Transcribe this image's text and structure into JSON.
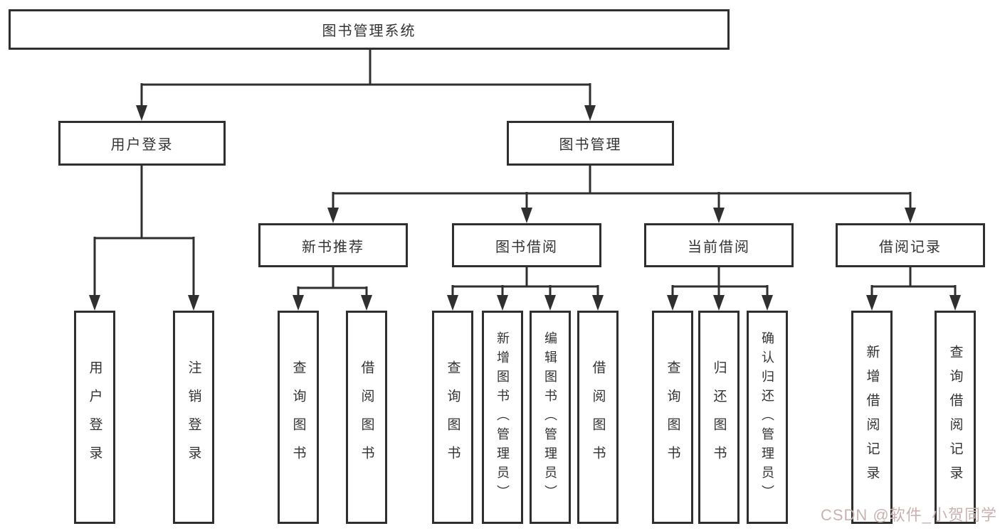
{
  "nodes": {
    "root": "图书管理系统",
    "user_login": "用户登录",
    "book_mgmt": "图书管理",
    "new_book_rec": "新书推荐",
    "book_borrow": "图书借阅",
    "current_borrow": "当前借阅",
    "borrow_record": "借阅记录",
    "ul_user_login": "用户登录",
    "ul_logout": "注销登录",
    "nb_query": "查询图书",
    "nb_borrow": "借阅图书",
    "bb_query": "查询图书",
    "bb_add": "新增图书（管理员）",
    "bb_edit": "编辑图书（管理员）",
    "bb_borrow": "借阅图书",
    "cb_query": "查询图书",
    "cb_return": "归还图书",
    "cb_confirm": "确认归还（管理员）",
    "br_add": "新增借阅记录",
    "br_query": "查询借阅记录"
  },
  "watermark": {
    "text": "CSDN @软件_小贺同学"
  },
  "colors": {
    "line": "#2f2f2f",
    "text": "#333333",
    "box_fill": "#ffffff",
    "watermark": "#c9b2b0",
    "background": "#ffffff"
  }
}
